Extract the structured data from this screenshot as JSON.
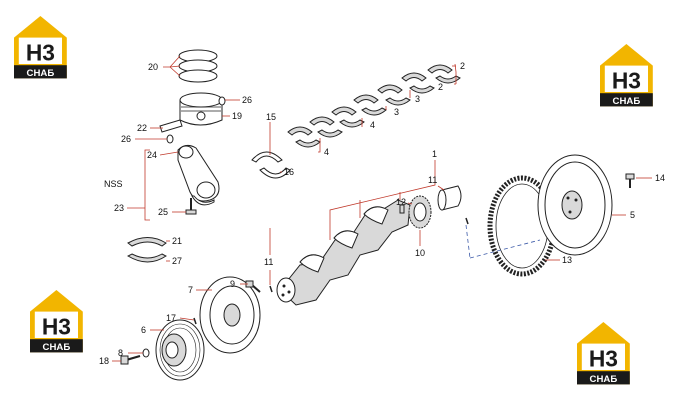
{
  "brand": {
    "logo_letters": "H3",
    "logo_caption": "СНАБ",
    "color_yellow": "#f2b500",
    "color_dark": "#1a1a1a"
  },
  "diagram": {
    "group_label": "NSS",
    "callouts": {
      "c1": "1",
      "c2a": "2",
      "c2b": "2",
      "c3a": "3",
      "c3b": "3",
      "c4a": "4",
      "c4b": "4",
      "c5": "5",
      "c6": "6",
      "c7": "7",
      "c8": "8",
      "c9": "9",
      "c10": "10",
      "c11a": "11",
      "c11b": "11",
      "c12": "12",
      "c13": "13",
      "c14": "14",
      "c15": "15",
      "c16": "16",
      "c17": "17",
      "c18": "18",
      "c19": "19",
      "c20": "20",
      "c21": "21",
      "c22": "22",
      "c23": "23",
      "c24": "24",
      "c25": "25",
      "c26a": "26",
      "c26b": "26",
      "c27": "27"
    }
  }
}
